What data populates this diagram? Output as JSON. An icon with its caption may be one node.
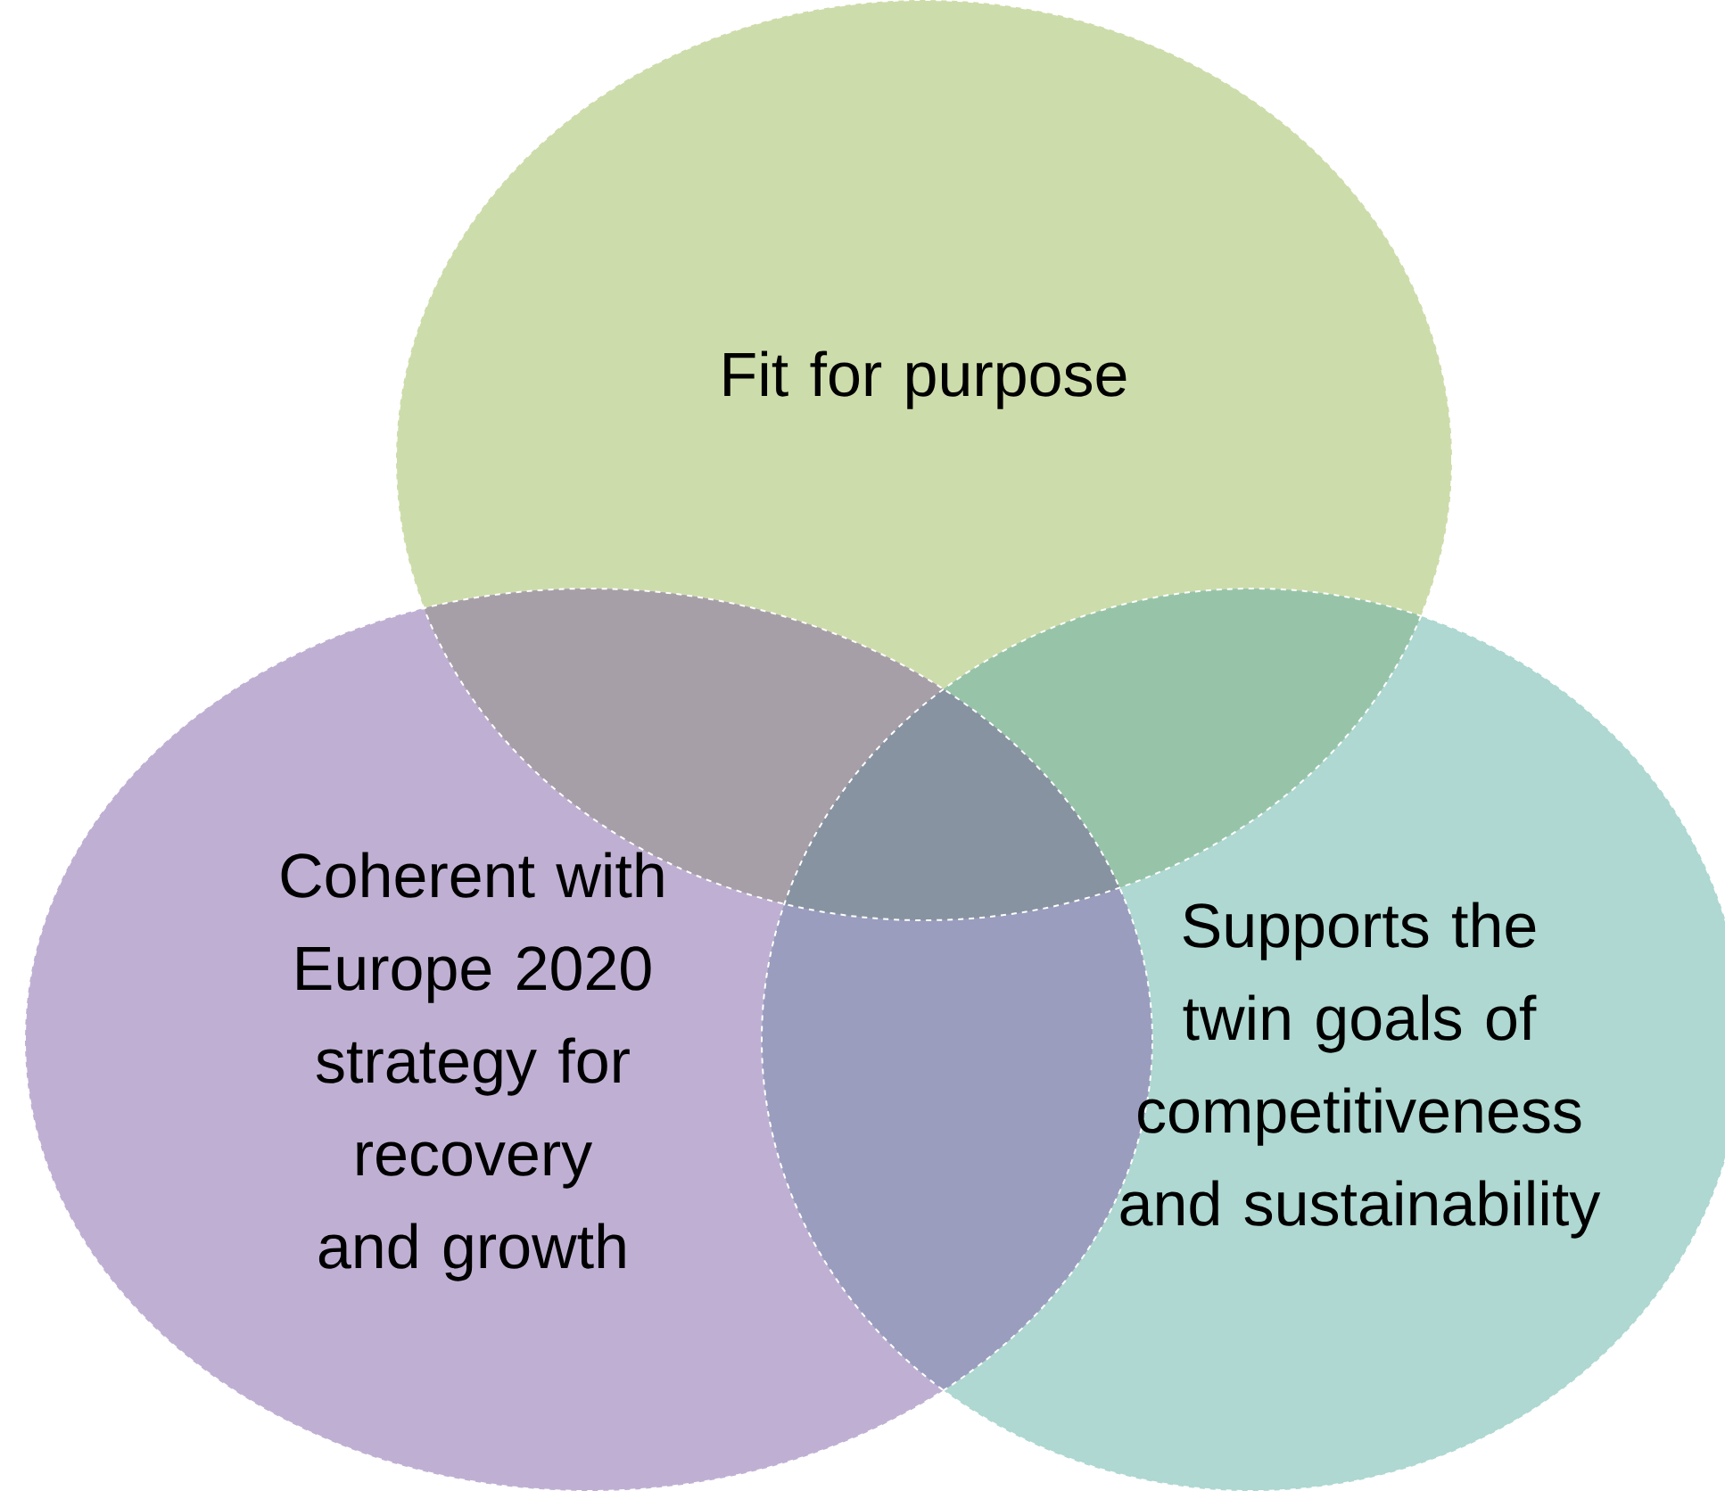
{
  "diagram": {
    "nodes": [
      {
        "text": [
          "Fit for purpose"
        ]
      },
      {
        "text": [
          "Coherent with Europe 2020 strategy for recovery and growth"
        ]
      },
      {
        "text": [
          "Supports the twin goals of competitiveness and sustainability"
        ]
      }
    ]
  }
}
